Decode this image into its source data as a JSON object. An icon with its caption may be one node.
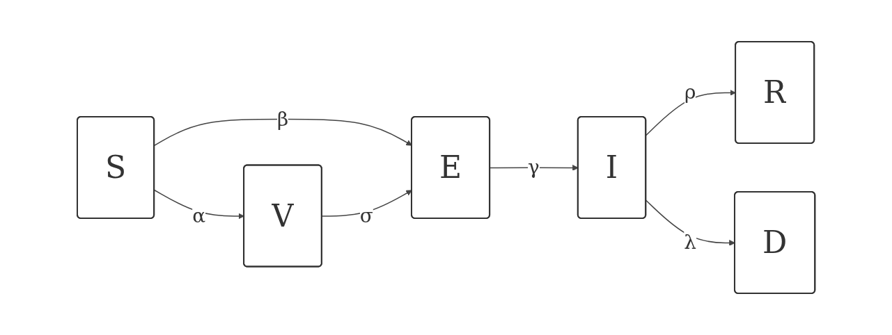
{
  "diagram": {
    "nodes": [
      {
        "text": [
          "S"
        ]
      },
      {
        "text": [
          "E"
        ]
      },
      {
        "text": [
          "I"
        ]
      },
      {
        "text": [
          "R"
        ]
      },
      {
        "text": [
          "V"
        ]
      },
      {
        "text": [
          "D"
        ]
      }
    ],
    "edges": [
      {
        "from": 0,
        "to": 1,
        "arrow": "to",
        "label": "β"
      },
      {
        "from": 1,
        "to": 2,
        "arrow": "to",
        "label": "γ"
      },
      {
        "from": 2,
        "to": 3,
        "arrow": "to",
        "label": "ρ"
      },
      {
        "from": 0,
        "to": 4,
        "arrow": "to",
        "label": "α"
      },
      {
        "from": 4,
        "to": 1,
        "arrow": "to",
        "label": "σ"
      },
      {
        "from": 2,
        "to": 5,
        "arrow": "to",
        "label": "λ"
      }
    ]
  }
}
